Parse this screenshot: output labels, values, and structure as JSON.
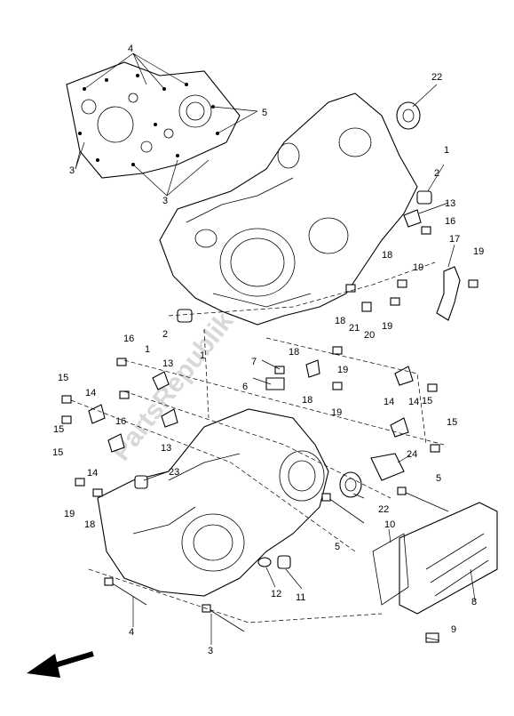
{
  "watermark": "PartsRepublik",
  "callouts": {
    "c1a": "1",
    "c1b": "1",
    "c1c": "1",
    "c2a": "2",
    "c2b": "2",
    "c3a": "3",
    "c3b": "3",
    "c3c": "3",
    "c4a": "4",
    "c4b": "4",
    "c5a": "5",
    "c5b": "5",
    "c5c": "5",
    "c6": "6",
    "c7": "7",
    "c8": "8",
    "c9": "9",
    "c10": "10",
    "c11": "11",
    "c12": "12",
    "c13a": "13",
    "c13b": "13",
    "c13c": "13",
    "c14a": "14",
    "c14b": "14",
    "c14c": "14",
    "c14d": "14",
    "c15a": "15",
    "c15b": "15",
    "c15c": "15",
    "c15d": "15",
    "c15e": "15",
    "c16a": "16",
    "c16b": "16",
    "c16c": "16",
    "c17": "17",
    "c18a": "18",
    "c18b": "18",
    "c18c": "18",
    "c18d": "18",
    "c18e": "18",
    "c19a": "19",
    "c19b": "19",
    "c19c": "19",
    "c19d": "19",
    "c19e": "19",
    "c19f": "19",
    "c20": "20",
    "c21": "21",
    "c22a": "22",
    "c22b": "22",
    "c23": "23",
    "c24": "24"
  },
  "icons": {
    "direction_arrow": "arrow-down-left-icon"
  }
}
